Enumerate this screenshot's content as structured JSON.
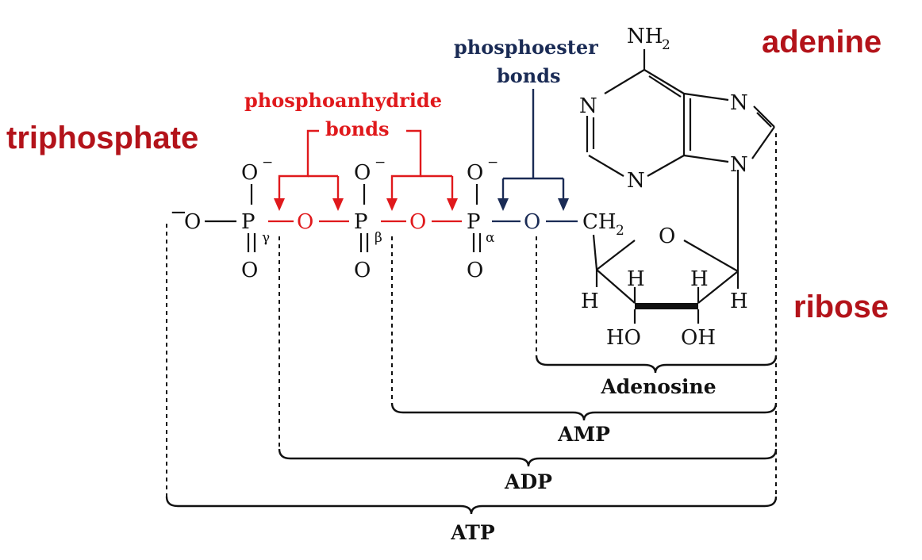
{
  "colors": {
    "red": "#e0191c",
    "navy": "#1a2b55",
    "darkred": "#b3131a",
    "black": "#111111"
  },
  "labels": {
    "triphosphate": "triphosphate",
    "adenine": "adenine",
    "ribose": "ribose"
  },
  "bond_labels": {
    "phosphoanhydride_line1": "phosphoanhydride",
    "phosphoanhydride_line2": "bonds",
    "phosphoester_line1": "phosphoester",
    "phosphoester_line2": "bonds"
  },
  "structure": {
    "oxygen": "O",
    "oxygen_minus": "O",
    "minus": "−",
    "phosphorus": "P",
    "gamma": "γ",
    "beta": "β",
    "alpha": "α",
    "ch2": "CH",
    "ch2_sub": "2",
    "nh2": "NH",
    "nh2_sub": "2",
    "nitrogen": "N",
    "hydrogen": "H",
    "ho": "HO",
    "oh": "OH"
  },
  "braces": [
    "Adenosine",
    "AMP",
    "ADP",
    "ATP"
  ]
}
